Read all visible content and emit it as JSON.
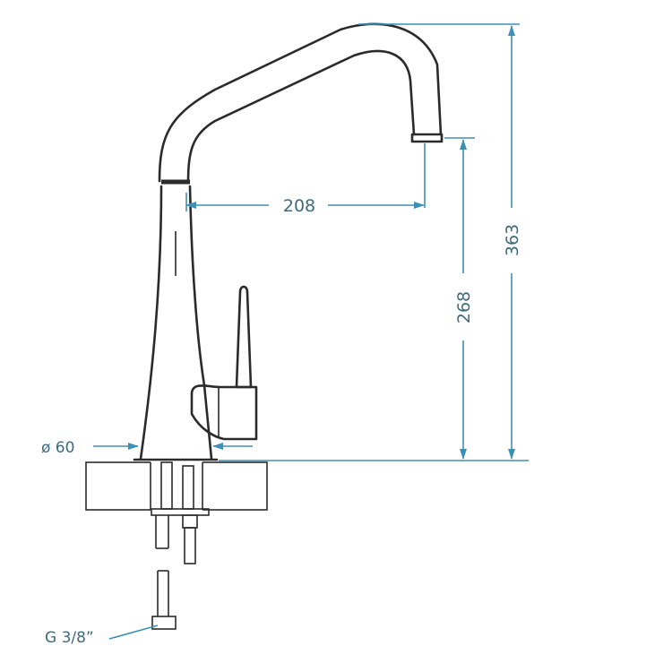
{
  "colors": {
    "outline": "#2b2b2b",
    "dimension_line": "#3d8fb5",
    "dimension_text": "#3d6a7e",
    "background": "#ffffff"
  },
  "dimensions": {
    "reach": "208",
    "spout_height": "268",
    "total_height": "363",
    "base_diameter": "ø 60",
    "connection_thread": "G 3/8”"
  }
}
